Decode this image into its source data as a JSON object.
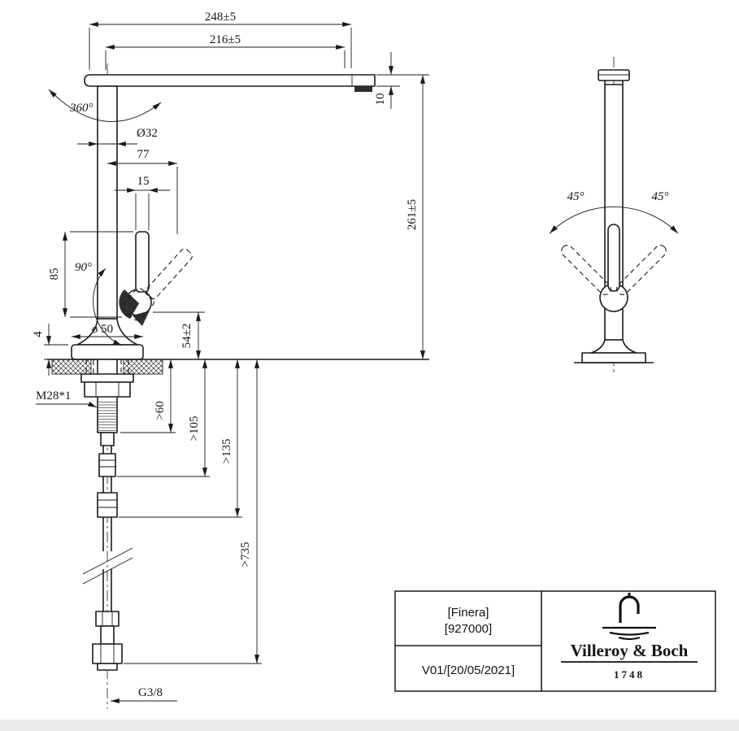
{
  "page": {
    "background_color": "#ffffff",
    "footer_bar_color": "#eaeaea",
    "line_color": "#1b1b1b",
    "hatch_color": "#333333",
    "dark_fill_color": "#2e2e2e"
  },
  "main_view": {
    "dim_overall_reach": "248±5",
    "dim_spout_reach": "216±5",
    "dim_swivel_angle": "360°",
    "dim_body_diameter": "Ø32",
    "dim_handle_offset": "77",
    "dim_handle_width": "15",
    "dim_handle_length": "85",
    "dim_handle_angle": "90°",
    "dim_base_plate_height": "4",
    "dim_base_diameter": "ø 50",
    "dim_mounting_thread": "M28*1",
    "dim_spout_thickness": "10",
    "dim_total_height": "261±5",
    "dim_outlet_height": "54±2",
    "dim_min_clearance_1": ">60",
    "dim_min_clearance_2": ">105",
    "dim_min_clearance_3": ">135",
    "dim_hose_length": ">735",
    "dim_connection_thread": "G3/8"
  },
  "side_view": {
    "dim_swing_left": "45°",
    "dim_swing_right": "45°"
  },
  "title_block": {
    "product_name": "[Finera]",
    "product_code": "[927000]",
    "revision": "V01/[20/05/2021]",
    "brand_name": "Villeroy & Boch",
    "brand_year": "1748",
    "logo_icon": "faucet-ripples-icon"
  }
}
